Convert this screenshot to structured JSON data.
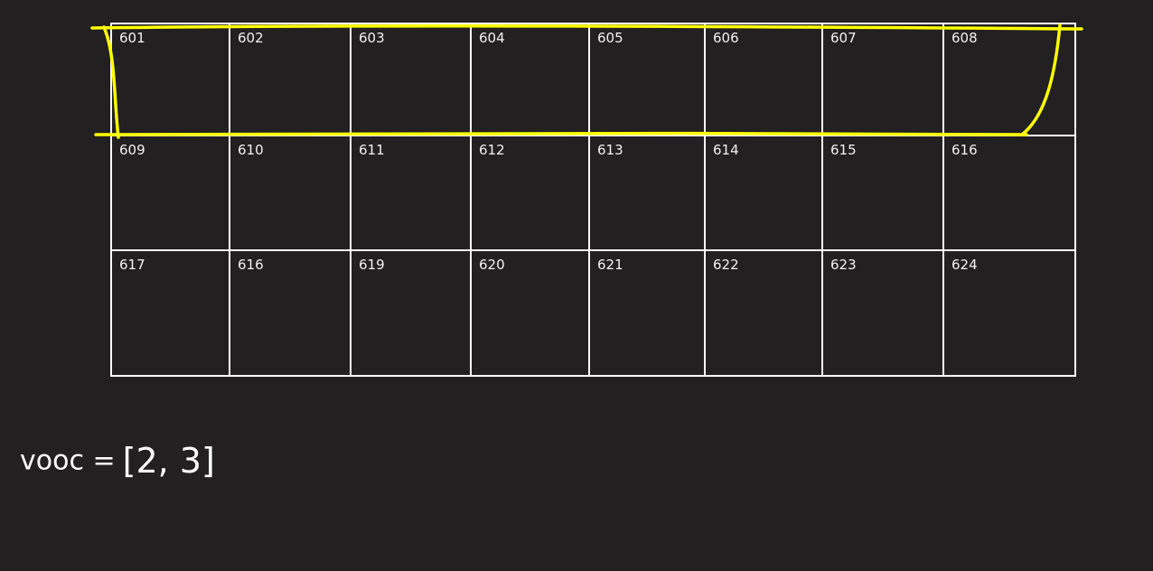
{
  "grid": {
    "rows": [
      [
        "601",
        "602",
        "603",
        "604",
        "605",
        "606",
        "607",
        "608"
      ],
      [
        "609",
        "610",
        "611",
        "612",
        "613",
        "614",
        "615",
        "616"
      ],
      [
        "617",
        "616",
        "619",
        "620",
        "621",
        "622",
        "623",
        "624"
      ]
    ]
  },
  "formula": {
    "lhs": "vooc =",
    "rhs": "[2, 3]"
  },
  "colors": {
    "background": "#222021",
    "grid_line": "#ffffff",
    "highlight": "#ffff00"
  }
}
